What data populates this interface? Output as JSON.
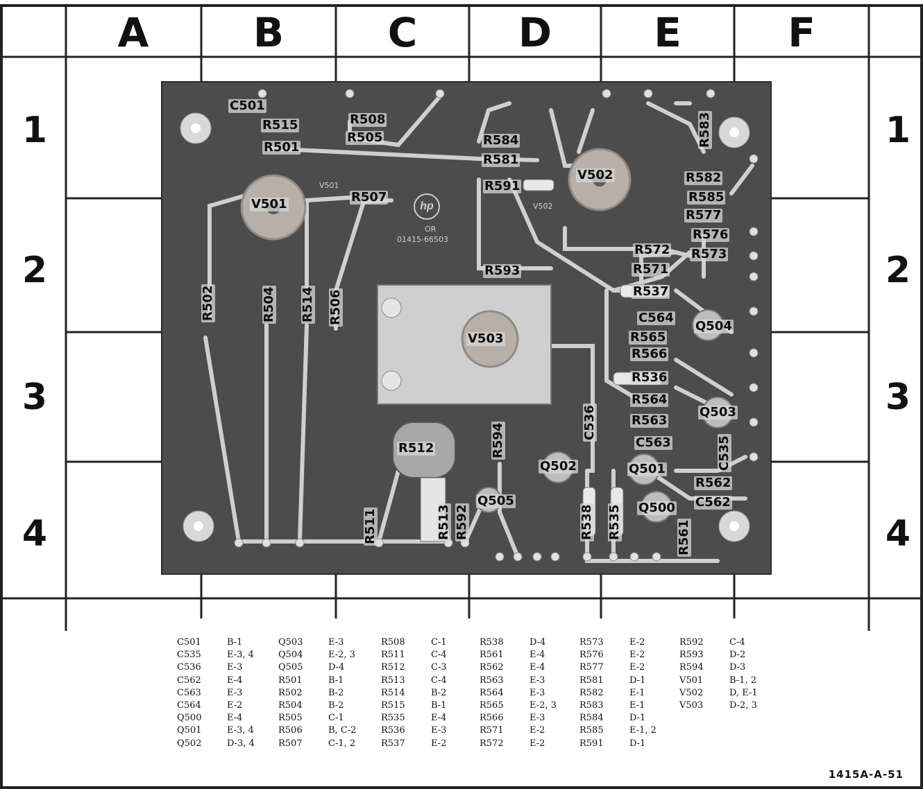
{
  "columns": [
    "A",
    "B",
    "C",
    "D",
    "E",
    "F"
  ],
  "rows": [
    "1",
    "2",
    "3",
    "4"
  ],
  "board_text": {
    "logo": "hp",
    "part_number": "01415-66503",
    "or": "OR",
    "v501_silk": "V501",
    "v502_silk": "V502"
  },
  "components": [
    "C501",
    "R515",
    "R501",
    "R508",
    "R505",
    "R584",
    "R581",
    "R591",
    "R583",
    "V502",
    "R582",
    "R585",
    "R577",
    "R576",
    "R572",
    "R573",
    "R571",
    "V501",
    "R507",
    "R593",
    "R537",
    "C564",
    "Q504",
    "R565",
    "R566",
    "V503",
    "R536",
    "R564",
    "Q503",
    "R563",
    "C563",
    "C535",
    "Q501",
    "R512",
    "Q502",
    "R562",
    "C562",
    "Q505",
    "Q500",
    "R502",
    "R504",
    "R514",
    "R506",
    "C536",
    "R594",
    "R511",
    "R513",
    "R592",
    "R538",
    "R535",
    "R561"
  ],
  "legend": [
    [
      [
        "C501",
        "B-1"
      ],
      [
        "C535",
        "E-3, 4"
      ],
      [
        "C536",
        "E-3"
      ],
      [
        "C562",
        "E-4"
      ],
      [
        "C563",
        "E-3"
      ],
      [
        "C564",
        "E-2"
      ],
      [
        "Q500",
        "E-4"
      ],
      [
        "Q501",
        "E-3, 4"
      ],
      [
        "Q502",
        "D-3, 4"
      ]
    ],
    [
      [
        "Q503",
        "E-3"
      ],
      [
        "Q504",
        "E-2, 3"
      ],
      [
        "Q505",
        "D-4"
      ],
      [
        "R501",
        "B-1"
      ],
      [
        "R502",
        "B-2"
      ],
      [
        "R504",
        "B-2"
      ],
      [
        "R505",
        "C-1"
      ],
      [
        "R506",
        "B, C-2"
      ],
      [
        "R507",
        "C-1, 2"
      ]
    ],
    [
      [
        "R508",
        "C-1"
      ],
      [
        "R511",
        "C-4"
      ],
      [
        "R512",
        "C-3"
      ],
      [
        "R513",
        "C-4"
      ],
      [
        "R514",
        "B-2"
      ],
      [
        "R515",
        "B-1"
      ],
      [
        "R535",
        "E-4"
      ],
      [
        "R536",
        "E-3"
      ],
      [
        "R537",
        "E-2"
      ]
    ],
    [
      [
        "R538",
        "D-4"
      ],
      [
        "R561",
        "E-4"
      ],
      [
        "R562",
        "E-4"
      ],
      [
        "R563",
        "E-3"
      ],
      [
        "R564",
        "E-3"
      ],
      [
        "R565",
        "E-2, 3"
      ],
      [
        "R566",
        "E-3"
      ],
      [
        "R571",
        "E-2"
      ],
      [
        "R572",
        "E-2"
      ]
    ],
    [
      [
        "R573",
        "E-2"
      ],
      [
        "R576",
        "E-2"
      ],
      [
        "R577",
        "E-2"
      ],
      [
        "R581",
        "D-1"
      ],
      [
        "R582",
        "E-1"
      ],
      [
        "R583",
        "E-1"
      ],
      [
        "R584",
        "D-1"
      ],
      [
        "R585",
        "E-1, 2"
      ],
      [
        "R591",
        "D-1"
      ]
    ],
    [
      [
        "R592",
        "C-4"
      ],
      [
        "R593",
        "D-2"
      ],
      [
        "R594",
        "D-3"
      ],
      [
        "V501",
        "B-1, 2"
      ],
      [
        "V502",
        "D, E-1"
      ],
      [
        "V503",
        "D-2, 3"
      ]
    ]
  ],
  "reference_code": "1415A-A-51",
  "colors": {
    "board": "#4c4c4c",
    "trace": "#d0d0d0",
    "grid": "#222222"
  }
}
